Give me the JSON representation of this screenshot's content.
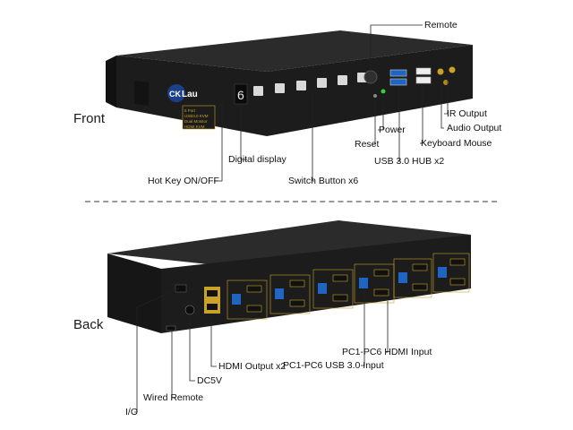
{
  "sides": {
    "front": "Front",
    "back": "Back"
  },
  "front_callouts": {
    "remote": "Remote",
    "ir_output": "IR Output",
    "audio_output": "Audio Output",
    "keyboard_mouse": "Keyboard Mouse",
    "power": "Power",
    "reset": "Reset",
    "usb_hub": "USB 3.0 HUB x2",
    "digital_display": "Digital display",
    "switch_buttons": "Switch Button x6",
    "hot_key": "Hot Key ON/OFF"
  },
  "back_callouts": {
    "hdmi_input": "PC1-PC6 HDMI Input",
    "usb_input": "PC1-PC6 USB 3.0 Input",
    "hdmi_output": "HDMI Output x2",
    "dc5v": "DC5V",
    "wired_remote": "Wired Remote",
    "io": "I/O"
  },
  "device": {
    "brand_logo": "CKLau",
    "display_digit": "6",
    "front_label_lines": [
      "6 Port",
      "USB3.0 KVM",
      "Dual Monitor",
      "HDMI KVM Switch"
    ],
    "port_count": 6
  },
  "colors": {
    "chassis": "#1c1c1c",
    "accent_gold": "#c9a227",
    "usb_blue": "#1f66c4",
    "led_green": "#38d13a"
  }
}
